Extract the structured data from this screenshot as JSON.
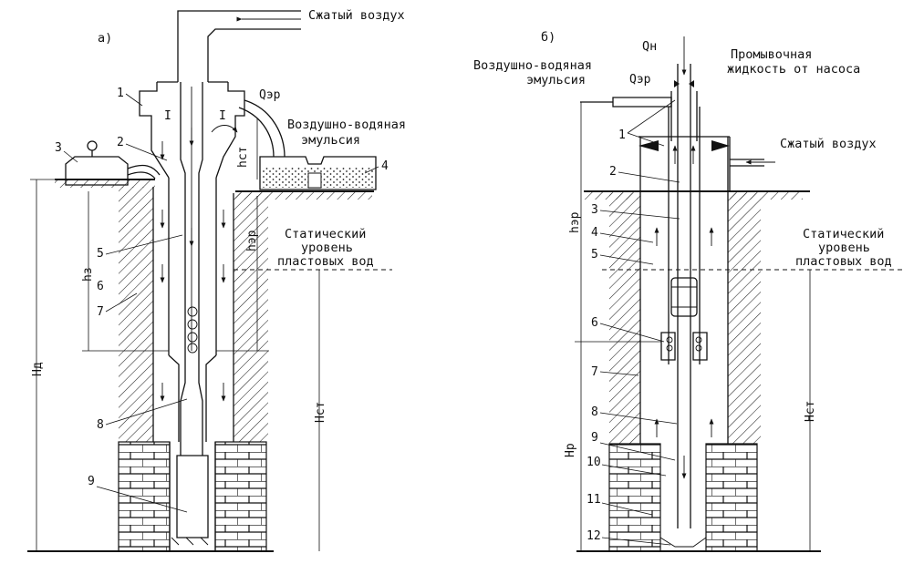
{
  "panel_a": {
    "tag": "а)",
    "compressed_air": "Сжатый воздух",
    "emulsion": [
      "Воздушно-водяная",
      "эмульсия"
    ],
    "static_level": [
      "Статический",
      "уровень",
      "пластовых вод"
    ],
    "q": "Qэр",
    "dims": {
      "hd": "Нд",
      "hz": "hз",
      "hct": "hст",
      "her": "hэр",
      "hst": "Нст"
    },
    "zone": "I",
    "numbers": [
      "1",
      "2",
      "3",
      "4",
      "5",
      "6",
      "7",
      "8",
      "9"
    ]
  },
  "panel_b": {
    "tag": "б)",
    "qn": "Qн",
    "qer": "Qэр",
    "emulsion": [
      "Воздушно-водяная",
      "эмульсия"
    ],
    "flush": [
      "Промывочная",
      "жидкость от насоса"
    ],
    "compressed_air": "Сжатый воздух",
    "static_level": [
      "Статический",
      "уровень",
      "пластовых вод"
    ],
    "dims": {
      "her": "hэр",
      "hr": "Нр",
      "hst": "Нст"
    },
    "numbers": [
      "1",
      "2",
      "3",
      "4",
      "5",
      "6",
      "7",
      "8",
      "9",
      "10",
      "11",
      "12"
    ]
  }
}
